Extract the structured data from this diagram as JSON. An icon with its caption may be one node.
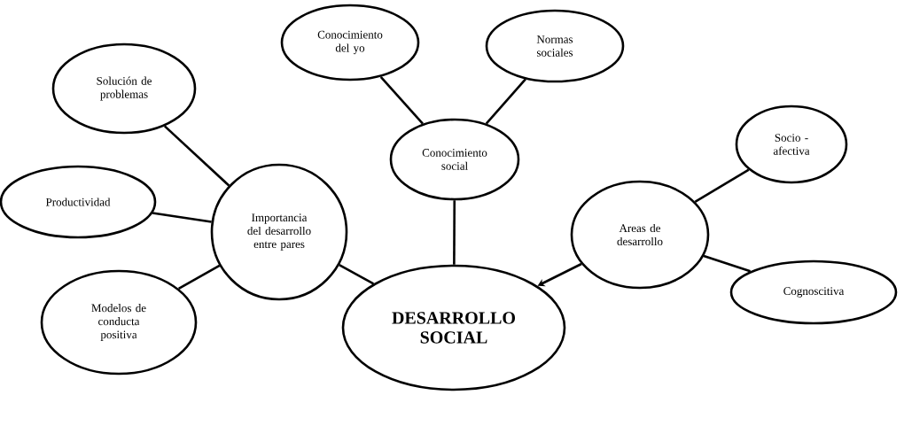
{
  "diagram": {
    "nodes": [
      {
        "text": [
          "DESARROLLO SOCIAL"
        ]
      },
      {
        "text": [
          "Importancia del desarrollo entre pares"
        ]
      },
      {
        "text": [
          "Solución de problemas"
        ]
      },
      {
        "text": [
          "Productividad"
        ]
      },
      {
        "text": [
          "Modelos de conducta positiva"
        ]
      },
      {
        "text": [
          "Conocimiento social"
        ]
      },
      {
        "text": [
          "Conocimiento del yo"
        ]
      },
      {
        "text": [
          "Normas sociales"
        ]
      },
      {
        "text": [
          "Areas de desarrollo"
        ]
      },
      {
        "text": [
          "Socio - afectiva"
        ]
      },
      {
        "text": [
          "Cognoscitiva"
        ]
      }
    ],
    "edges": [
      {
        "from": 1,
        "to": 0,
        "arrow": "none"
      },
      {
        "from": 2,
        "to": 1,
        "arrow": "none"
      },
      {
        "from": 3,
        "to": 1,
        "arrow": "none"
      },
      {
        "from": 4,
        "to": 1,
        "arrow": "none"
      },
      {
        "from": 5,
        "to": 0,
        "arrow": "none"
      },
      {
        "from": 6,
        "to": 5,
        "arrow": "none"
      },
      {
        "from": 7,
        "to": 5,
        "arrow": "none"
      },
      {
        "from": 8,
        "to": 0,
        "arrow": "to"
      },
      {
        "from": 9,
        "to": 8,
        "arrow": "none"
      },
      {
        "from": 10,
        "to": 8,
        "arrow": "none"
      }
    ]
  }
}
